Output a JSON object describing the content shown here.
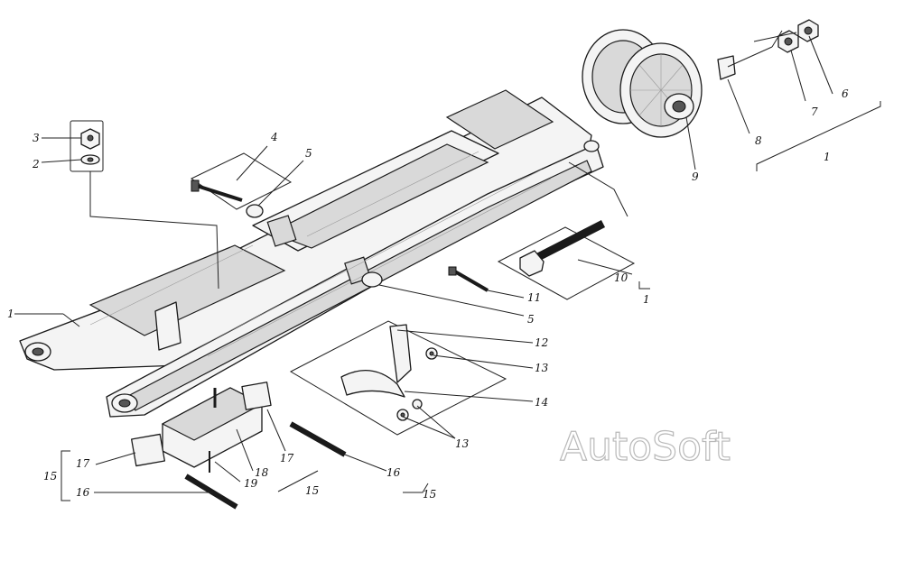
{
  "watermark": "AutoSoft",
  "callouts": {
    "c1_left": "1",
    "c2": "2",
    "c3": "3",
    "c4": "4",
    "c5_top": "5",
    "c5_mid": "5",
    "c6": "6",
    "c7": "7",
    "c8": "8",
    "c9": "9",
    "c1_top": "1",
    "c10": "10",
    "c1_mid": "1",
    "c11": "11",
    "c12": "12",
    "c13_top": "13",
    "c14": "14",
    "c13_bot": "13",
    "c15_left": "15",
    "c17_left": "17",
    "c16_left": "16",
    "c19": "19",
    "c18": "18",
    "c17_mid": "17",
    "c15_mid": "15",
    "c16_mid": "16",
    "c15_right": "15"
  },
  "colors": {
    "ink": "#111111",
    "paper": "#ffffff",
    "watermark": "#b9b9b9"
  }
}
